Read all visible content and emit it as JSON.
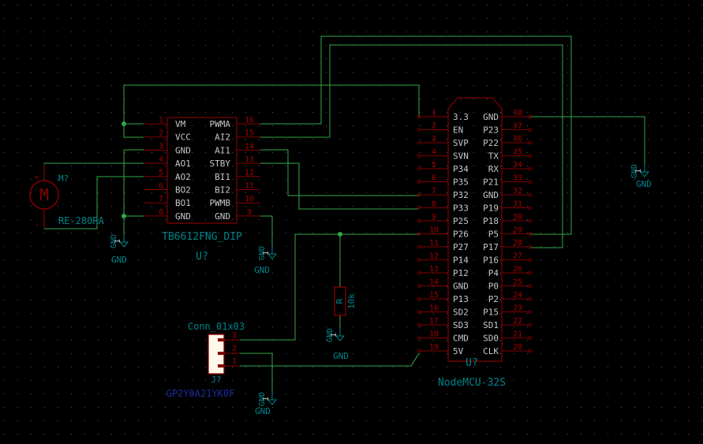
{
  "colors": {
    "background": "#000000",
    "grid": "#5a5a5a",
    "wire": "#2fa84a",
    "body": "#840000",
    "pin": "#840000",
    "pin_number": "#a40000",
    "pin_name": "#c8c8c8",
    "ref": "#00848a",
    "value": "#00848a",
    "power": "#00848a",
    "junction": "#2fa84a",
    "field_blue": "#1a2aa0"
  },
  "driver": {
    "ref": "U?",
    "value": "TB6612FNG_DIP",
    "left_pins": [
      {
        "num": "1",
        "name": "VM"
      },
      {
        "num": "2",
        "name": "VCC"
      },
      {
        "num": "3",
        "name": "GND"
      },
      {
        "num": "4",
        "name": "AO1"
      },
      {
        "num": "5",
        "name": "AO2"
      },
      {
        "num": "6",
        "name": "BO2"
      },
      {
        "num": "7",
        "name": "BO1"
      },
      {
        "num": "8",
        "name": "GND"
      }
    ],
    "right_pins": [
      {
        "num": "16",
        "name": "PWMA"
      },
      {
        "num": "15",
        "name": "AI2"
      },
      {
        "num": "14",
        "name": "AI1"
      },
      {
        "num": "13",
        "name": "STBY"
      },
      {
        "num": "12",
        "name": "BI1"
      },
      {
        "num": "11",
        "name": "BI2"
      },
      {
        "num": "10",
        "name": "PWMB"
      },
      {
        "num": "9",
        "name": "GND"
      }
    ]
  },
  "mcu": {
    "ref": "U?",
    "value": "NodeMCU-32S",
    "left_pins": [
      {
        "num": "1",
        "name": "3.3"
      },
      {
        "num": "2",
        "name": "EN"
      },
      {
        "num": "3",
        "name": "SVP"
      },
      {
        "num": "4",
        "name": "SVN"
      },
      {
        "num": "5",
        "name": "P34"
      },
      {
        "num": "6",
        "name": "P35"
      },
      {
        "num": "7",
        "name": "P32"
      },
      {
        "num": "8",
        "name": "P33"
      },
      {
        "num": "9",
        "name": "P25"
      },
      {
        "num": "10",
        "name": "P26"
      },
      {
        "num": "11",
        "name": "P27"
      },
      {
        "num": "12",
        "name": "P14"
      },
      {
        "num": "13",
        "name": "P12"
      },
      {
        "num": "14",
        "name": "GND"
      },
      {
        "num": "15",
        "name": "P13"
      },
      {
        "num": "16",
        "name": "SD2"
      },
      {
        "num": "17",
        "name": "SD3"
      },
      {
        "num": "18",
        "name": "CMD"
      },
      {
        "num": "19",
        "name": "5V"
      }
    ],
    "right_pins": [
      {
        "num": "38",
        "name": "GND"
      },
      {
        "num": "37",
        "name": "P23"
      },
      {
        "num": "36",
        "name": "P22"
      },
      {
        "num": "35",
        "name": "TX"
      },
      {
        "num": "34",
        "name": "RX"
      },
      {
        "num": "33",
        "name": "P21"
      },
      {
        "num": "32",
        "name": "GND"
      },
      {
        "num": "31",
        "name": "P19"
      },
      {
        "num": "30",
        "name": "P18"
      },
      {
        "num": "29",
        "name": "P5"
      },
      {
        "num": "28",
        "name": "P17"
      },
      {
        "num": "27",
        "name": "P16"
      },
      {
        "num": "26",
        "name": "P4"
      },
      {
        "num": "25",
        "name": "P0"
      },
      {
        "num": "24",
        "name": "P2"
      },
      {
        "num": "23",
        "name": "P15"
      },
      {
        "num": "22",
        "name": "SD1"
      },
      {
        "num": "21",
        "name": "SD0"
      },
      {
        "num": "20",
        "name": "CLK"
      }
    ]
  },
  "motor": {
    "ref": "M?",
    "value": "RE-280RA",
    "symbol": "M",
    "pin_plus": "+",
    "pin_minus": "-"
  },
  "resistor": {
    "ref": "R",
    "value": "10k"
  },
  "connector": {
    "label": "Conn_01x03",
    "ref": "J?",
    "value": "GP2Y0A21YK0F",
    "pins": [
      "3",
      "2",
      "1"
    ]
  },
  "power": {
    "gnd": "GND",
    "pin": "1"
  }
}
